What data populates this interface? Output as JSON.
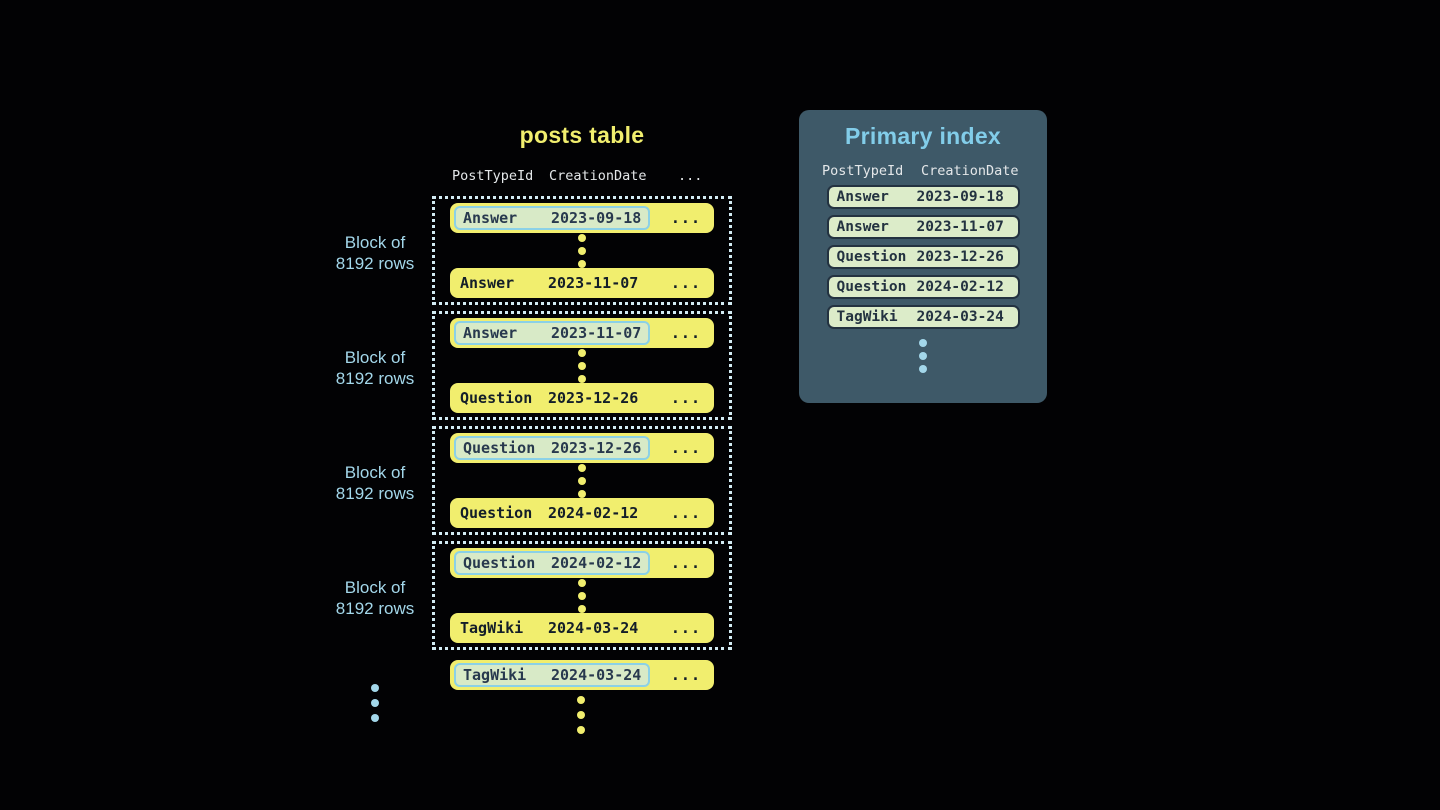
{
  "posts_table": {
    "title": "posts table",
    "columns": [
      "PostTypeId",
      "CreationDate",
      "..."
    ],
    "block_label": {
      "line1": "Block of",
      "line2": "8192 rows"
    },
    "blocks": [
      {
        "first": {
          "type": "Answer",
          "date": "2023-09-18",
          "more": "..."
        },
        "last": {
          "type": "Answer",
          "date": "2023-11-07",
          "more": "..."
        }
      },
      {
        "first": {
          "type": "Answer",
          "date": "2023-11-07",
          "more": "..."
        },
        "last": {
          "type": "Question",
          "date": "2023-12-26",
          "more": "..."
        }
      },
      {
        "first": {
          "type": "Question",
          "date": "2023-12-26",
          "more": "..."
        },
        "last": {
          "type": "Question",
          "date": "2024-02-12",
          "more": "..."
        }
      },
      {
        "first": {
          "type": "Question",
          "date": "2024-02-12",
          "more": "..."
        },
        "last": {
          "type": "TagWiki",
          "date": "2024-03-24",
          "more": "..."
        }
      }
    ],
    "tail_row": {
      "type": "TagWiki",
      "date": "2024-03-24",
      "more": "..."
    }
  },
  "primary_index": {
    "title": "Primary index",
    "columns": [
      "PostTypeId",
      "CreationDate"
    ],
    "rows": [
      {
        "type": "Answer",
        "date": "2023-09-18"
      },
      {
        "type": "Answer",
        "date": "2023-11-07"
      },
      {
        "type": "Question",
        "date": "2023-12-26"
      },
      {
        "type": "Question",
        "date": "2024-02-12"
      },
      {
        "type": "TagWiki",
        "date": "2024-03-24"
      }
    ]
  },
  "colors": {
    "background": "#020204",
    "row_yellow": "#f1ee6e",
    "row_text": "#131e29",
    "highlight_bg": "#d8eac7",
    "highlight_border": "#8bd1e7",
    "highlight_text": "#28394e",
    "dotted_border": "#d2ebf3",
    "block_label_blue": "#a3d7ea",
    "panel_bg": "#3e5968",
    "panel_title_blue": "#82cde9",
    "header_text": "#e4e7e9",
    "index_row_bg": "#dcecc9",
    "index_row_border": "#233240"
  }
}
